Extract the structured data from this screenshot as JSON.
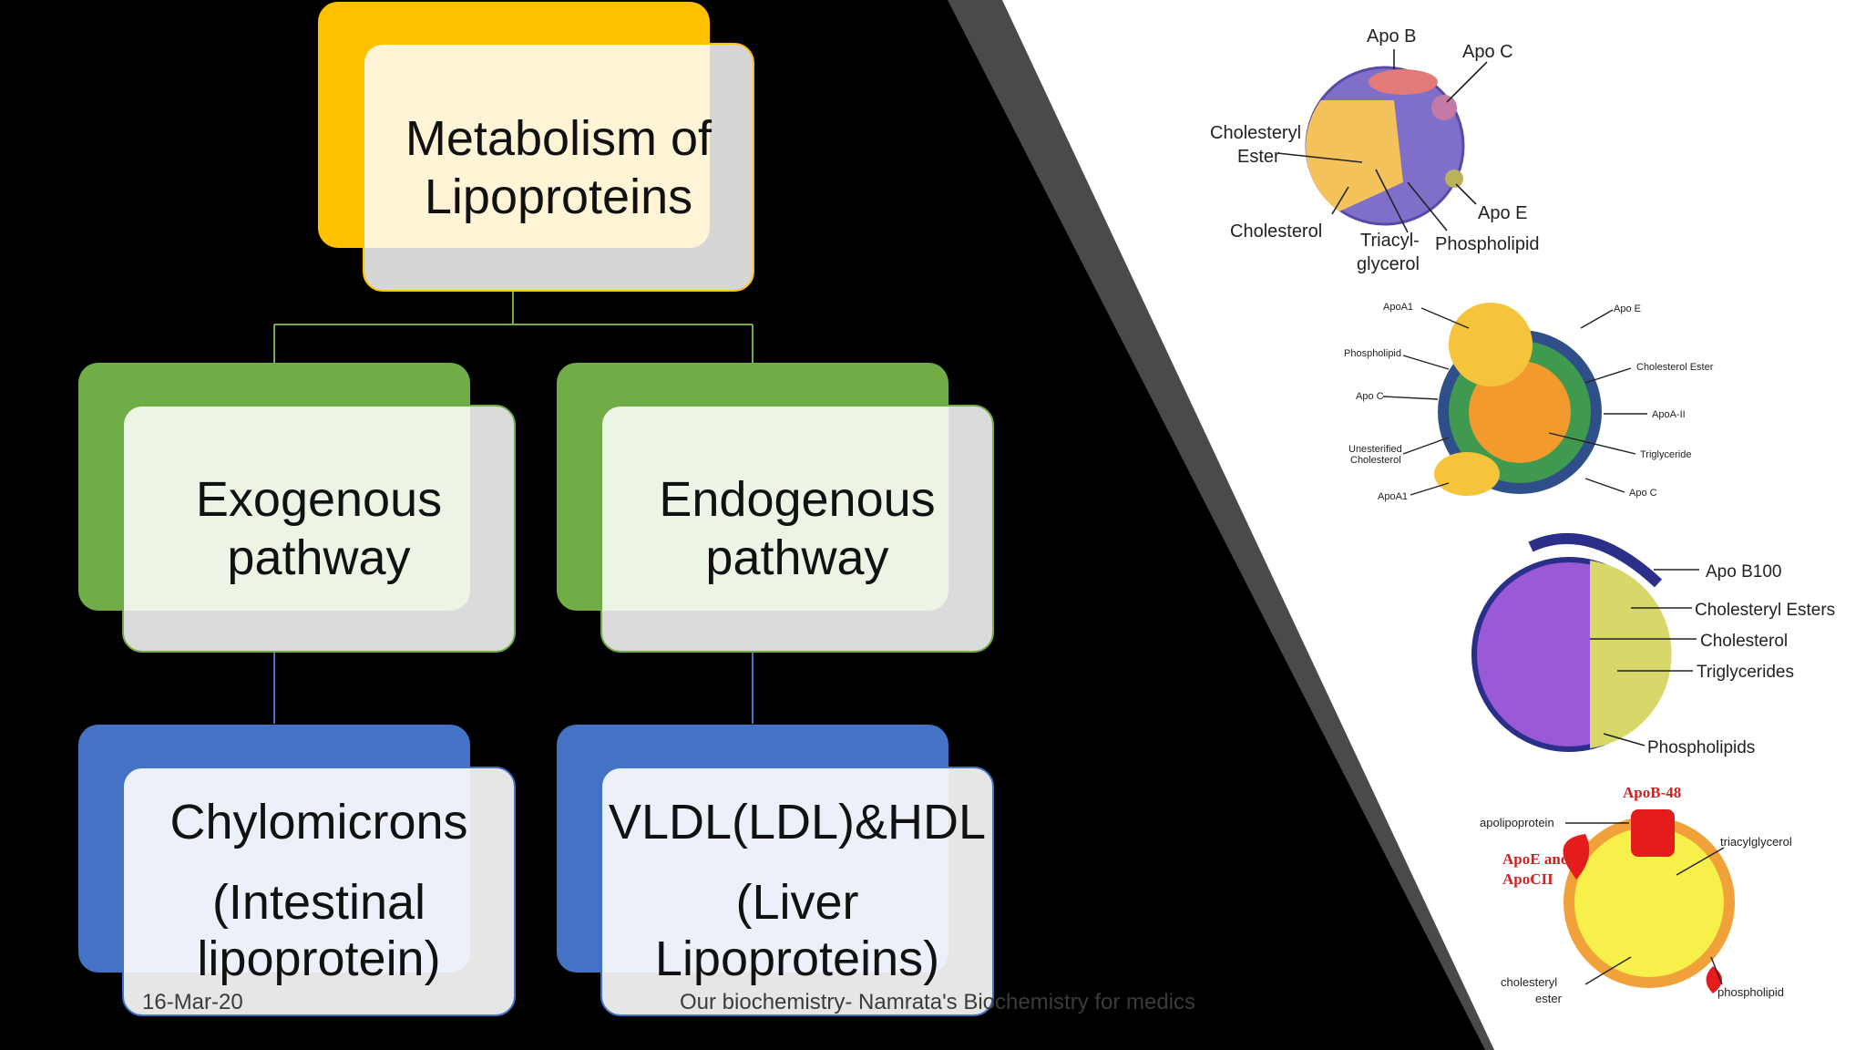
{
  "colors": {
    "background": "#000000",
    "right_panel": "#ffffff",
    "stripe": "#4a4a4a",
    "root_accent": "#FFC000",
    "pathway_accent": "#70AD47",
    "product_accent": "#4472C4",
    "connector_green": "#70AD47",
    "connector_blue": "#4472C4"
  },
  "diagram": {
    "root": {
      "line1": "Metabolism of",
      "line2": "Lipoproteins"
    },
    "pathways": [
      {
        "line1": "Exogenous",
        "line2": "pathway"
      },
      {
        "line1": "Endogenous",
        "line2": "pathway"
      }
    ],
    "products": [
      {
        "line1": "Chylomicrons",
        "line2": "(Intestinal",
        "line3": "lipoprotein)"
      },
      {
        "line1": "VLDL(LDL)&HDL",
        "line2": "(Liver",
        "line3": "Lipoproteins)"
      }
    ]
  },
  "images": {
    "img1": {
      "apo_b": "Apo B",
      "apo_c": "Apo C",
      "chol_ester_1": "Cholesteryl",
      "chol_ester_2": "Ester",
      "cholesterol": "Cholesterol",
      "triacyl_1": "Triacyl-",
      "triacyl_2": "glycerol",
      "apo_e": "Apo E",
      "phospholipid": "Phospholipid"
    },
    "img2": {
      "apoa1_top": "ApoA1",
      "apo_e": "Apo E",
      "phospholipid": "Phospholipid",
      "chol_ester": "Cholesterol Ester",
      "apo_c_left": "Apo C",
      "apoa2": "ApoA-II",
      "unest_1": "Unesterified",
      "unest_2": "Cholesterol",
      "triglyceride": "Triglyceride",
      "apoa1_bottom": "ApoA1",
      "apo_c_right": "Apo C"
    },
    "img3": {
      "apo_b100": "Apo B100",
      "chol_esters": "Cholesteryl  Esters",
      "cholesterol": "Cholesterol",
      "triglycerides": "Triglycerides",
      "phospholipids": "Phospholipids"
    },
    "img4": {
      "apob48": "ApoB-48",
      "apolipoprotein": "apolipoprotein",
      "triacylglycerol": "triacylglycerol",
      "apoe_1": "ApoE and",
      "apoe_2": "ApoCII",
      "chol_ester_1": "cholesteryl",
      "chol_ester_2": "ester",
      "phospholipid": "phospholipid"
    }
  },
  "footer": {
    "date": "16-Mar-20",
    "credit": "Our biochemistry- Namrata's Biochemistry for medics"
  }
}
